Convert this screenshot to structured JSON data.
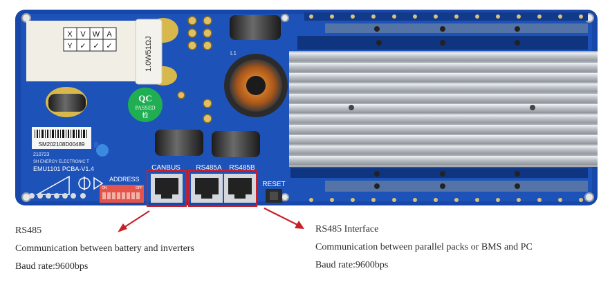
{
  "board": {
    "table_header": [
      "X",
      "V",
      "W",
      "A"
    ],
    "table_row": [
      "Y",
      "✓",
      "✓",
      "✓"
    ],
    "inductor_label": "1.0W51ΩJ",
    "qc_sticker": {
      "line1": "QC",
      "line2": "PASSED",
      "line3": "检"
    },
    "serial": "SM202108D00489",
    "date_code": "210723",
    "maker": "SH ENERGY ELECTRONIC T",
    "model": "EMU1101 PCBA-V1.4",
    "port_canbus": "CANBUS",
    "port_rs485a": "RS485A",
    "port_rs485b": "RS485B",
    "reset_label": "RESET",
    "address_label": "ADDRESS",
    "dip_on": "ON",
    "dip_off": "OFF",
    "l1_label": "L1"
  },
  "captions": {
    "left": {
      "title": "RS485",
      "line1": "Communication between battery and inverters",
      "line2": "Baud rate:9600bps"
    },
    "right": {
      "title": "RS485 Interface",
      "line1": "Communication between parallel packs or BMS and PC",
      "line2": "Baud rate:9600bps"
    }
  },
  "colors": {
    "pcb": "#1747a8",
    "highlight": "#c8202a",
    "heatsink": "#c9cdd2"
  }
}
